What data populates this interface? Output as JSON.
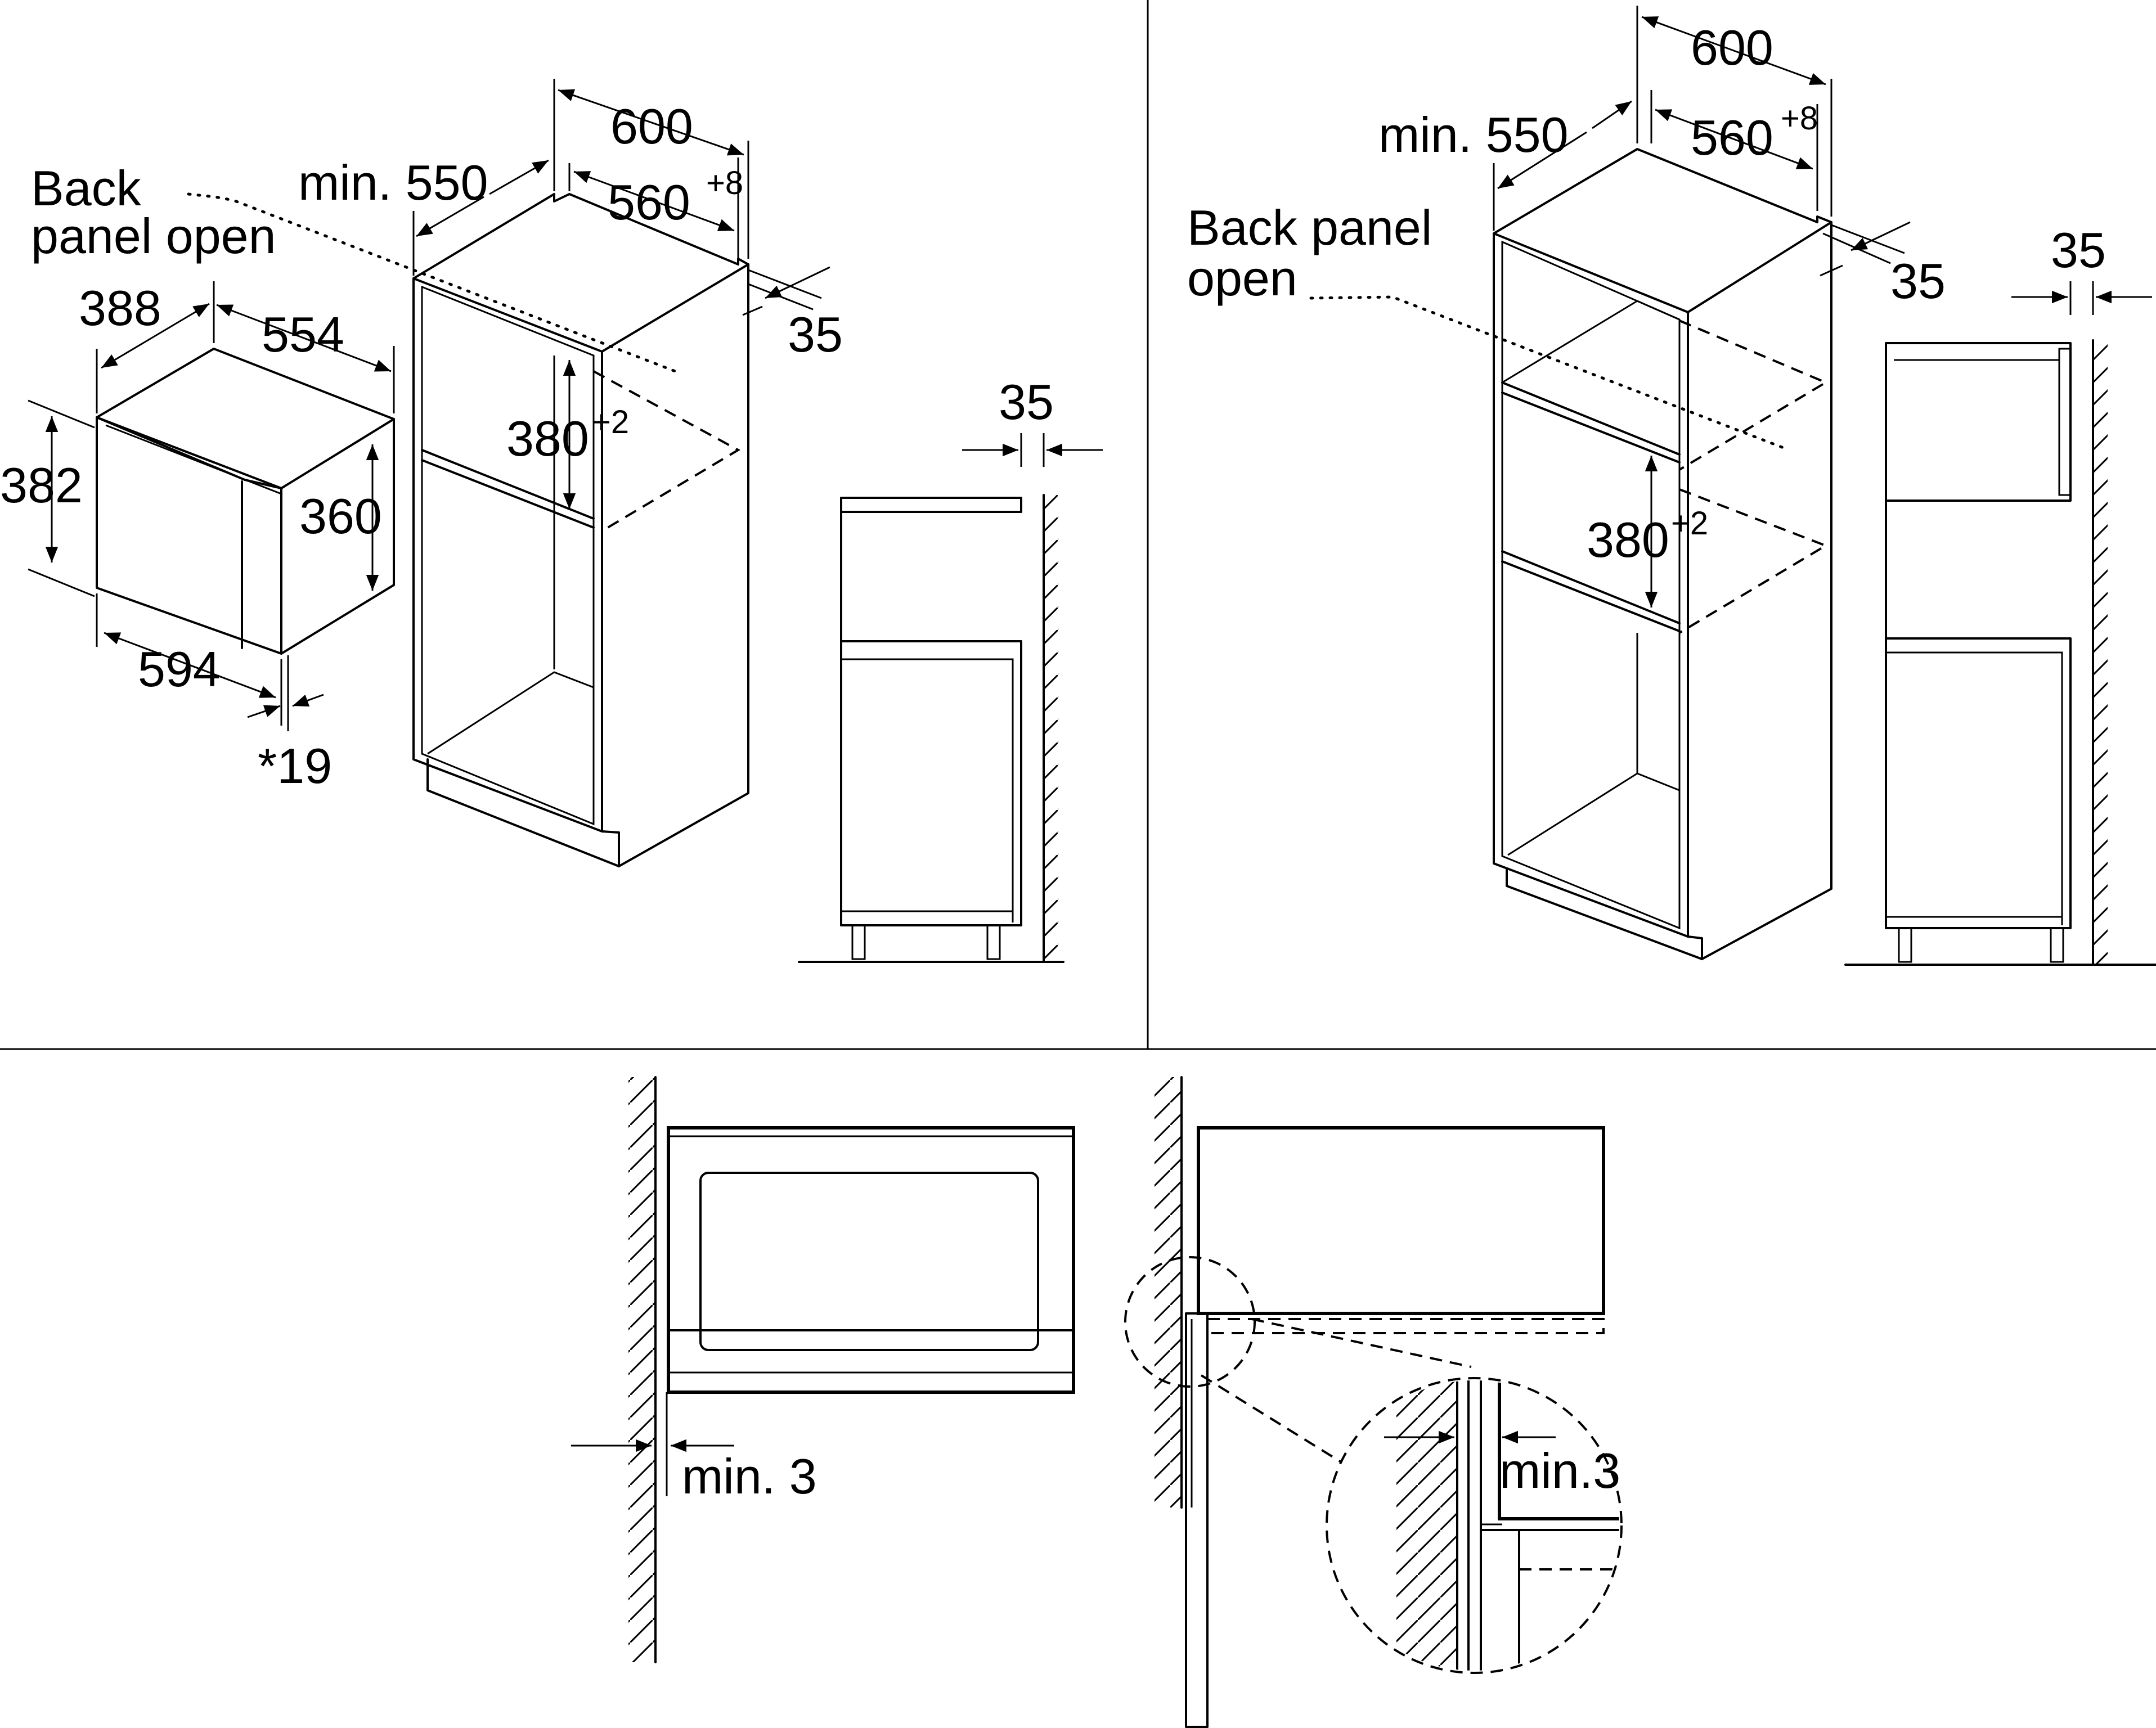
{
  "labels": {
    "d600": "600",
    "min550": "min. 550",
    "d560": "560",
    "sup_p8": "+8",
    "d35": "35",
    "d380": "380",
    "sup_p2": "+2",
    "back_panel_open_1": "Back",
    "back_panel_open_2": "panel open",
    "back_panel_open_r1": "Back panel",
    "back_panel_open_r2": "open",
    "d388": "388",
    "d554": "554",
    "d382": "382",
    "d360": "360",
    "d594": "594",
    "d19": "*19",
    "min3_a": "min. 3",
    "min3_b": "min.3"
  }
}
